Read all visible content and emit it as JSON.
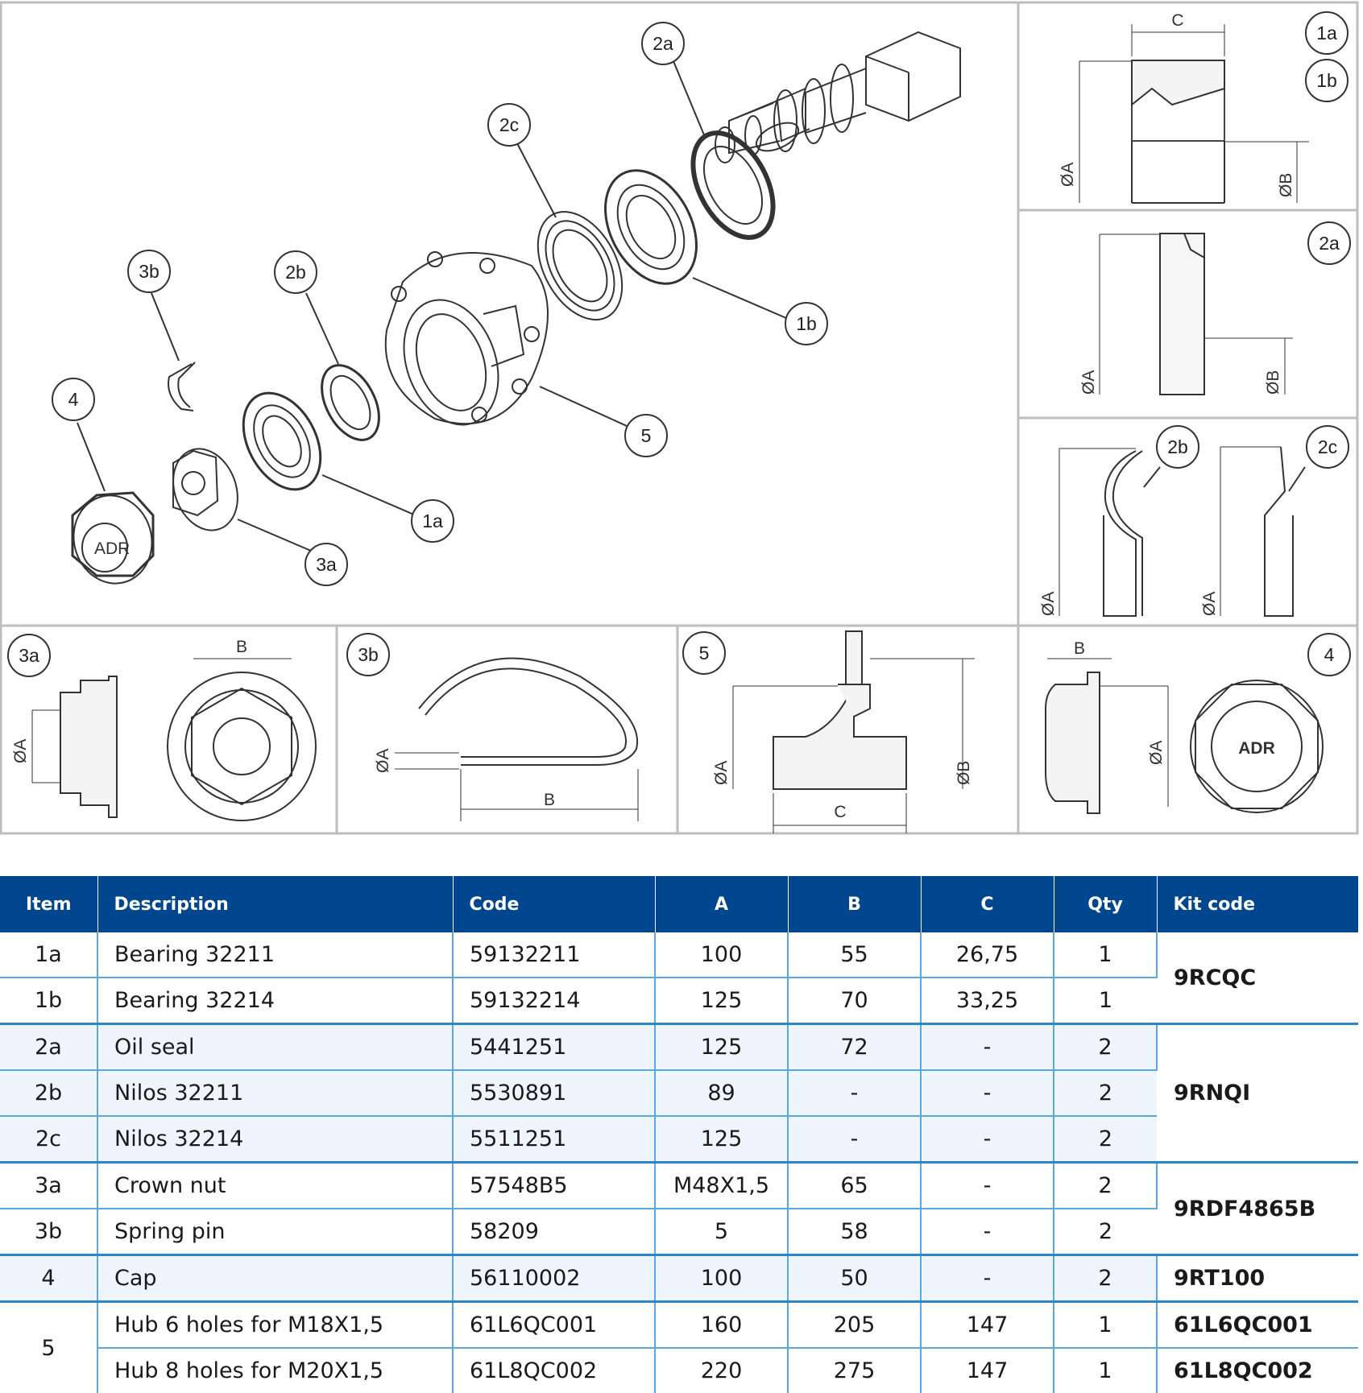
{
  "drawing": {
    "callouts": {
      "c1a": "1a",
      "c1b": "1b",
      "c2a": "2a",
      "c2b": "2b",
      "c2c": "2c",
      "c3a": "3a",
      "c3b": "3b",
      "c4": "4",
      "c5": "5"
    },
    "dims": {
      "A": "ØA",
      "B": "ØB",
      "Bl": "B",
      "C": "C"
    },
    "cap_logo": "ADR"
  },
  "table": {
    "headers": {
      "item": "Item",
      "description": "Description",
      "code": "Code",
      "a": "A",
      "b": "B",
      "c": "C",
      "qty": "Qty",
      "kit": "Kit code"
    },
    "rows": [
      {
        "item": "1a",
        "description": "Bearing 32211",
        "code": "59132211",
        "a": "100",
        "b": "55",
        "c": "26,75",
        "qty": "1"
      },
      {
        "item": "1b",
        "description": "Bearing 32214",
        "code": "59132214",
        "a": "125",
        "b": "70",
        "c": "33,25",
        "qty": "1"
      },
      {
        "item": "2a",
        "description": "Oil seal",
        "code": "5441251",
        "a": "125",
        "b": "72",
        "c": "-",
        "qty": "2"
      },
      {
        "item": "2b",
        "description": "Nilos 32211",
        "code": "5530891",
        "a": "89",
        "b": "-",
        "c": "-",
        "qty": "2"
      },
      {
        "item": "2c",
        "description": "Nilos 32214",
        "code": "5511251",
        "a": "125",
        "b": "-",
        "c": "-",
        "qty": "2"
      },
      {
        "item": "3a",
        "description": "Crown nut",
        "code": "57548B5",
        "a": "M48X1,5",
        "b": "65",
        "c": "-",
        "qty": "2"
      },
      {
        "item": "3b",
        "description": "Spring pin",
        "code": "58209",
        "a": "5",
        "b": "58",
        "c": "-",
        "qty": "2"
      },
      {
        "item": "4",
        "description": "Cap",
        "code": "56110002",
        "a": "100",
        "b": "50",
        "c": "-",
        "qty": "2"
      },
      {
        "item": "5",
        "description": "Hub 6 holes for M18X1,5",
        "code": "61L6QC001",
        "a": "160",
        "b": "205",
        "c": "147",
        "qty": "1"
      },
      {
        "item": "",
        "description": "Hub 8 holes for M20X1,5",
        "code": "61L8QC002",
        "a": "220",
        "b": "275",
        "c": "147",
        "qty": "1"
      }
    ],
    "kits": {
      "k1": "9RCQC",
      "k2": "9RNQI",
      "k3": "9RDF4865B",
      "k4": "9RT100",
      "k5a": "61L6QC001",
      "k5b": "61L8QC002"
    },
    "colors": {
      "header_bg": "#00468f",
      "row_shade": "#eef5fc",
      "rule": "#5aa8de"
    }
  }
}
